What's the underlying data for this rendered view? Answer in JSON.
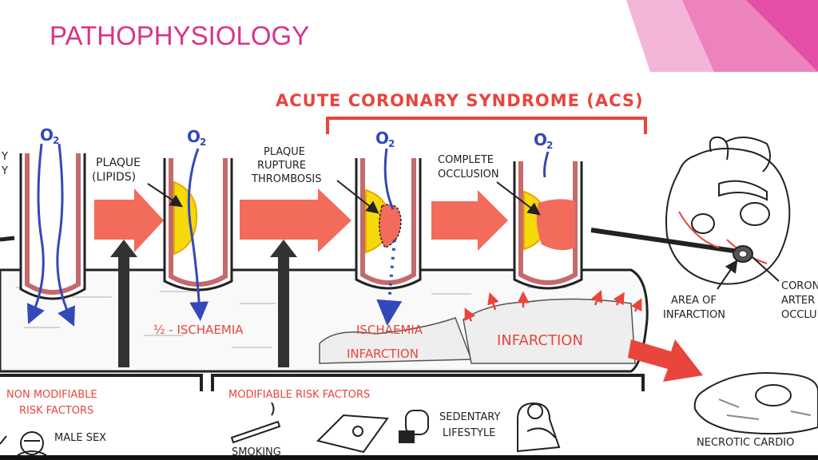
{
  "slide": {
    "title": "PATHOPHYSIOLOGY"
  },
  "diagram": {
    "acs_title": "ACUTE CORONARY SYNDROME (ACS)",
    "oxygen": "O",
    "oxygen_sub": "2",
    "stages": [
      {
        "label_lines": [
          "PLAQUE",
          "(LIPIDS)"
        ]
      },
      {
        "label_lines": [
          "PLAQUE",
          "RUPTURE",
          "THROMBOSIS"
        ]
      },
      {
        "label_lines": [
          "COMPLETE",
          "OCCLUSION"
        ]
      }
    ],
    "left_partial_lines": [
      "Y",
      "Y"
    ],
    "outcomes": {
      "half_ischaemia": "½ - ISCHAEMIA",
      "ischaemia": "ISCHAEMIA",
      "infarction_small": "INFARCTION",
      "infarction_large": "INFARCTION"
    },
    "heart_labels": {
      "area_of_infarction": [
        "AREA OF",
        "INFARCTION"
      ],
      "coronary_artery_occlusion": [
        "CORON",
        "ARTER",
        "OCCLU"
      ]
    },
    "risk_factors": {
      "non_modifiable": [
        "NON MODIFIABLE",
        "RISK FACTORS"
      ],
      "modifiable": "MODIFIABLE RISK FACTORS",
      "items": {
        "male_sex": "MALE SEX",
        "smoking": "SMOKING",
        "sedentary": [
          "SEDENTARY",
          "LIFESTYLE"
        ],
        "necrotic": "NECROTIC CARDIO"
      }
    },
    "colors": {
      "title_pink": "#d6338e",
      "acs_red": "#e8453c",
      "arrow_red": "#f26b5b",
      "oxygen_blue": "#3349b8",
      "plaque_yellow": "#f5d90a",
      "vessel_wall": "#c46a6a",
      "ink": "#222222"
    }
  }
}
